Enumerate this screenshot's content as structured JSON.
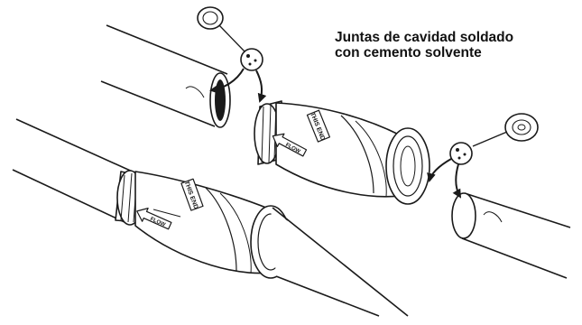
{
  "caption": {
    "line1": "Juntas de cavidad soldado",
    "line2": "con cemento solvente"
  },
  "labels": {
    "this_end": "THIS END",
    "flow": "FLOW"
  },
  "colors": {
    "ink": "#1a1a1a",
    "paper": "#ffffff"
  },
  "icons": [
    "applicator-brush-icon",
    "solvent-dauber-icon",
    "flow-arrow-icon",
    "application-arrow-icon"
  ]
}
